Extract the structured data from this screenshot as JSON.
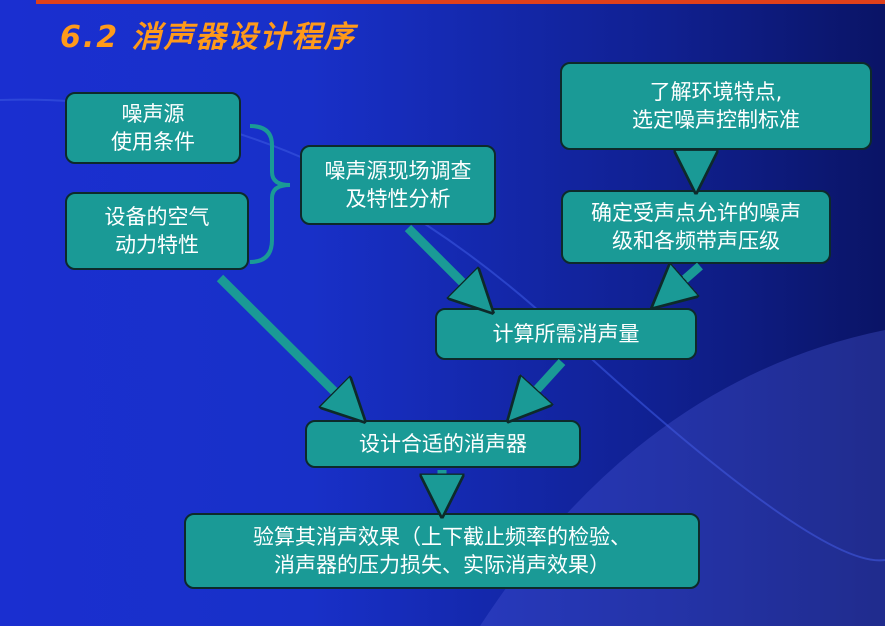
{
  "title": "6.2 消声器设计程序",
  "boxes": {
    "noise_source": [
      "噪声源",
      "使用条件"
    ],
    "equipment": [
      "设备的空气",
      "动力特性"
    ],
    "survey": [
      "噪声源现场调查",
      "及特性分析"
    ],
    "environment": [
      "了解环境特点,",
      "选定噪声控制标准"
    ],
    "allowed_level": [
      "确定受声点允许的噪声",
      "级和各频带声压级"
    ],
    "required_reduction": [
      "计算所需消声量"
    ],
    "design": [
      "设计合适的消声器"
    ],
    "verify": [
      "验算其消声效果（上下截止频率的检验、",
      "消声器的压力损失、实际消声效果）"
    ]
  },
  "colors": {
    "box_fill": "#1a9a96",
    "title": "#ff9a1a",
    "arrow": "#1a9a96"
  }
}
